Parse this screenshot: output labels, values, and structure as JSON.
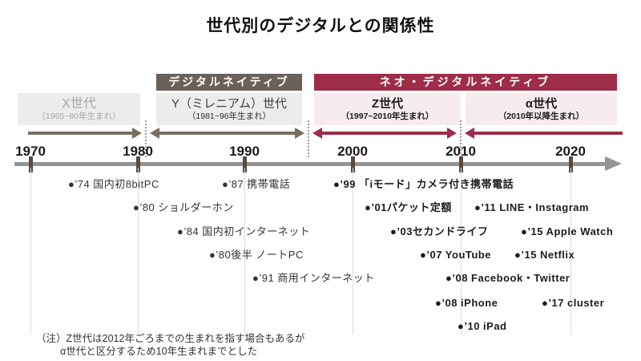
{
  "title": "世代別のデジタルとの関係性",
  "headers": {
    "digital_native": "デジタルネイティブ",
    "neo_digital_native": "ネオ・デジタルネイティブ"
  },
  "generations": {
    "x": {
      "name": "X世代",
      "range": "（1965~80年生まれ）"
    },
    "y": {
      "name": "Y（ミレニアム）世代",
      "range": "（1981~96年生まれ）"
    },
    "z": {
      "name": "Z世代",
      "range": "（1997~2010年生まれ）"
    },
    "alpha": {
      "name": "α世代",
      "range": "（2010年以降生まれ）"
    }
  },
  "timeline": {
    "years": [
      "1970",
      "1980",
      "1990",
      "2000",
      "2010",
      "2020"
    ]
  },
  "events": [
    {
      "year": "1974",
      "label": "●’74 国内初8bitPC"
    },
    {
      "year": "1987",
      "label": "●’87 携帯電話"
    },
    {
      "year": "1999",
      "label": "●’99 「iモード」カメラ付き携帯電話"
    },
    {
      "year": "1980",
      "label": "●’80 ショルダーホン"
    },
    {
      "year": "2001",
      "label": "●’01パケット定額"
    },
    {
      "year": "2011",
      "label": "●’11 LINE・Instagram"
    },
    {
      "year": "1984",
      "label": "●’84 国内初インターネット"
    },
    {
      "year": "2003",
      "label": "●’03セカンドライフ"
    },
    {
      "year": "2015",
      "label": "●’15 Apple Watch"
    },
    {
      "year": "1980s",
      "label": "●’80後半 ノートPC"
    },
    {
      "year": "2007",
      "label": "●’07 YouTube"
    },
    {
      "year": "2015",
      "label": "●’15 Netflix"
    },
    {
      "year": "1991",
      "label": "●’91 商用インターネット"
    },
    {
      "year": "2008",
      "label": "●’08 Facebook・Twitter"
    },
    {
      "year": "2008",
      "label": "●’08 iPhone"
    },
    {
      "year": "2017",
      "label": "●’17 cluster"
    },
    {
      "year": "2010",
      "label": "●’10 iPad"
    }
  ],
  "note": {
    "line1": "（注）Z世代は2012年ごろまでの生まれを指す場合もあるが",
    "line2": "α世代と区分するため10年生まれまでとした"
  },
  "colors": {
    "digital_native_header": "#6b6158",
    "neo_digital_native_header": "#9e2d4a",
    "generation_box_gray": "#ececec",
    "generation_box_pink": "#f7ebee",
    "generation_arrow_taupe": "#786d62",
    "generation_arrow_maroon": "#9e2d4a",
    "axis_gray": "#949494",
    "tick_brown": "#5a4a3d"
  }
}
